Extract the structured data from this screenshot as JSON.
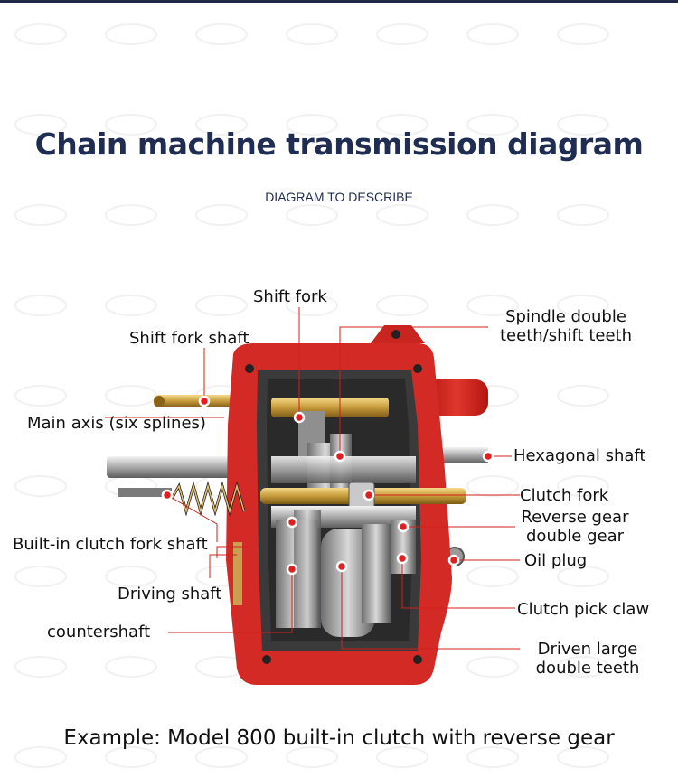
{
  "title": "Chain machine transmission diagram",
  "subtitle": "DIAGRAM TO DESCRIBE",
  "labels": {
    "shift_fork": "Shift fork",
    "shift_fork_shaft": "Shift fork shaft",
    "spindle_double_teeth": [
      "Spindle double",
      "teeth/shift teeth"
    ],
    "main_axis": "Main axis (six splines)",
    "hexagonal_shaft": "Hexagonal shaft",
    "clutch_fork": "Clutch fork",
    "reverse_gear": [
      "Reverse gear",
      "double gear"
    ],
    "builtin_clutch_fork_shaft": "Built-in clutch fork shaft",
    "oil_plug": "Oil plug",
    "driving_shaft": "Driving shaft",
    "clutch_pick_claw": "Clutch pick claw",
    "countershaft": "countershaft",
    "driven_large_double_teeth": [
      "Driven large",
      "double teeth"
    ]
  },
  "example": "Example: Model 800 built-in clutch with reverse gear",
  "colors": {
    "title": "#1f2d52",
    "housing": "#d42a26",
    "leader": "#d0201c",
    "marker": "#e02020",
    "text": "#111111"
  }
}
